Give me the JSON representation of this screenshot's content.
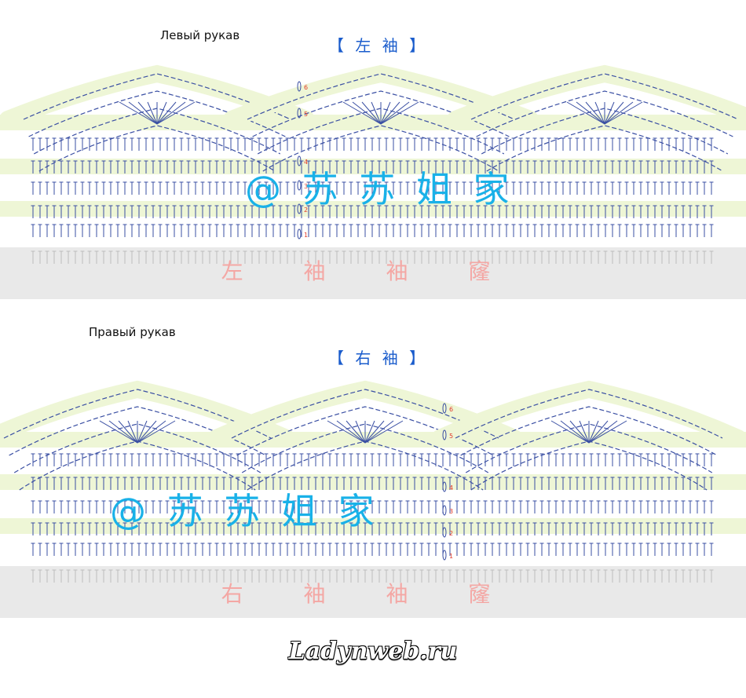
{
  "left": {
    "caption": "Левый рукав",
    "chinese_title": "【 左 袖 】",
    "cuff_label": "左 袖 袖 窿",
    "watermark": "@ 苏 苏 姐 家",
    "row_numbers": [
      "1",
      "2",
      "3",
      "4",
      "5",
      "6"
    ]
  },
  "right": {
    "caption": "Правый рукав",
    "chinese_title": "【 右 袖 】",
    "cuff_label": "右 袖 袖 窿",
    "watermark": "@ 苏 苏 姐 家",
    "row_numbers": [
      "1",
      "2",
      "3",
      "4",
      "5",
      "6"
    ]
  },
  "footer": {
    "site": "Ladynweb.ru"
  },
  "colors": {
    "band_green": "#eef6d6",
    "band_gray": "#e9e9e9",
    "stitch_blue": "#3a4fa3",
    "stitch_gray": "#bdbdbd",
    "row_number_red": "#e23b2a",
    "cuff_label_pink": "#f4a7a4",
    "watermark_cyan": "#19b1e8",
    "title_blue": "#1a5ccc"
  }
}
